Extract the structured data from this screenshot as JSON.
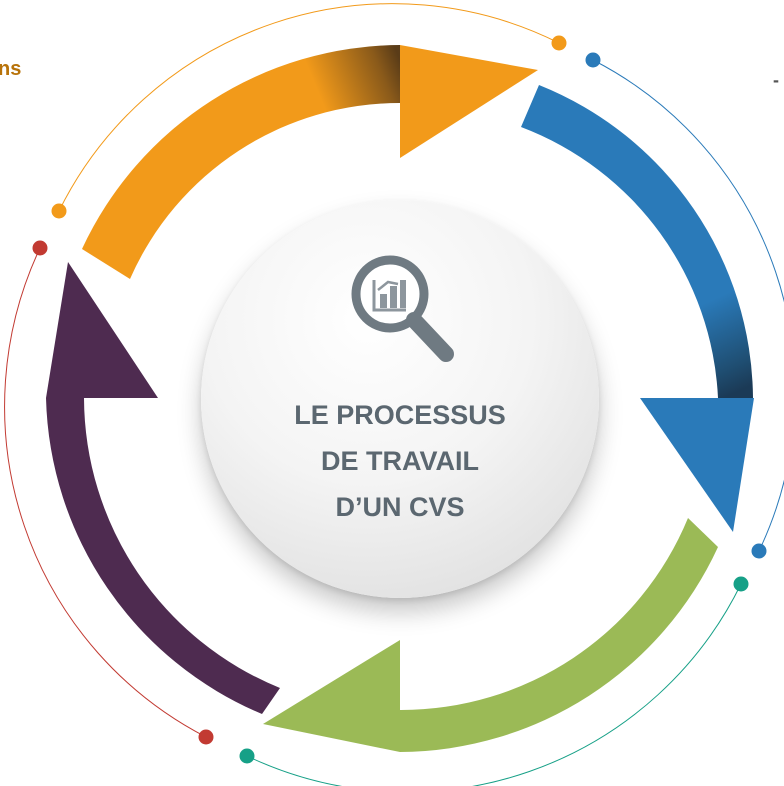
{
  "edge_text": {
    "left_fragment": "ns",
    "right_fragment": "-"
  },
  "center": {
    "title_lines": [
      "LE PROCESSUS",
      "DE TRAVAIL",
      "D’UN CVS"
    ],
    "icon": "chart-magnifier-icon"
  },
  "colors": {
    "orange": "#f29a1a",
    "blue": "#2a7ab9",
    "green": "#9bba56",
    "purple": "#4e2b50",
    "dot_orange": "#f29a1a",
    "dot_blue": "#2a7ab9",
    "dot_teal": "#16a087",
    "dot_red": "#c23a32",
    "center_text": "#5b6770"
  },
  "segments": [
    {
      "name": "orange-arrow-segment",
      "color": "orange",
      "direction": "clockwise"
    },
    {
      "name": "blue-arrow-segment",
      "color": "blue",
      "direction": "clockwise"
    },
    {
      "name": "green-arrow-segment",
      "color": "green",
      "direction": "clockwise"
    },
    {
      "name": "purple-arrow-segment",
      "color": "purple",
      "direction": "clockwise"
    }
  ]
}
